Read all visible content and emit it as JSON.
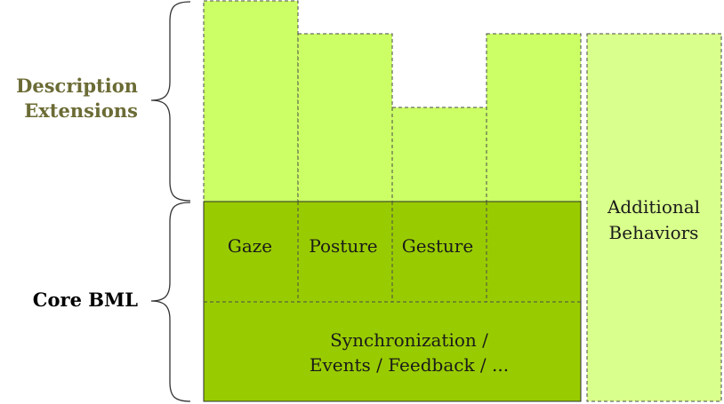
{
  "labels": {
    "description_extensions_line1": "Description",
    "description_extensions_line2": "Extensions",
    "core_bml": "Core BML"
  },
  "core_cells": {
    "gaze": "Gaze",
    "posture": "Posture",
    "gesture": "Gesture",
    "blank": ""
  },
  "sync_block": {
    "line1": "Synchronization /",
    "line2": "Events / Feedback / ..."
  },
  "additional": {
    "line1": "Additional",
    "line2": "Behaviors"
  },
  "colors": {
    "extension_fill": "#ccff66",
    "core_fill": "#99cc00",
    "additional_fill": "#d9ff8c",
    "description_text": "#6b6b35",
    "core_text": "#000000",
    "border": "#4a4a4a"
  }
}
